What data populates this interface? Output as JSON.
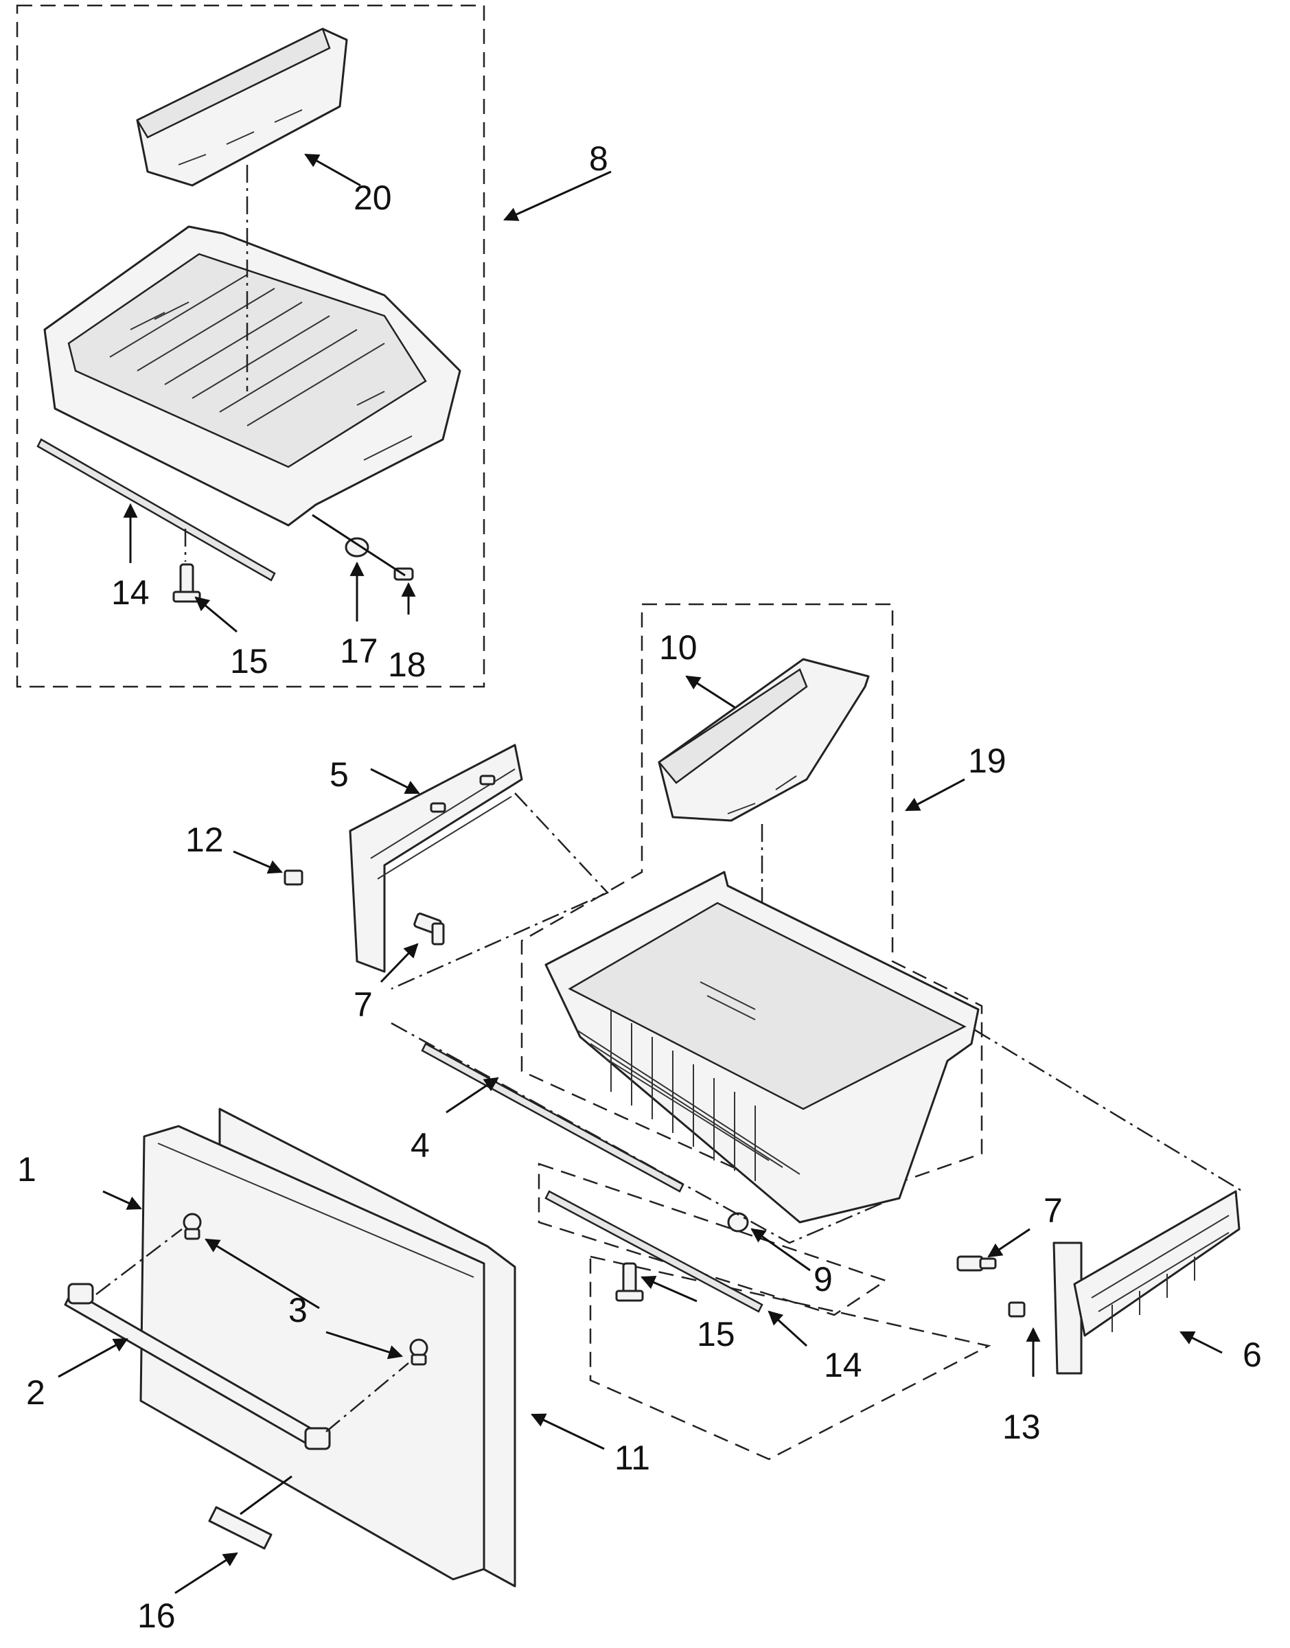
{
  "callouts": [
    {
      "id": "c1",
      "label": "1"
    },
    {
      "id": "c2",
      "label": "2"
    },
    {
      "id": "c3",
      "label": "3"
    },
    {
      "id": "c4",
      "label": "4"
    },
    {
      "id": "c5",
      "label": "5"
    },
    {
      "id": "c6",
      "label": "6"
    },
    {
      "id": "c7a",
      "label": "7"
    },
    {
      "id": "c7b",
      "label": "7"
    },
    {
      "id": "c8",
      "label": "8"
    },
    {
      "id": "c9",
      "label": "9"
    },
    {
      "id": "c10",
      "label": "10"
    },
    {
      "id": "c11",
      "label": "11"
    },
    {
      "id": "c12",
      "label": "12"
    },
    {
      "id": "c13",
      "label": "13"
    },
    {
      "id": "c14a",
      "label": "14"
    },
    {
      "id": "c14b",
      "label": "14"
    },
    {
      "id": "c15a",
      "label": "15"
    },
    {
      "id": "c15b",
      "label": "15"
    },
    {
      "id": "c16",
      "label": "16"
    },
    {
      "id": "c17",
      "label": "17"
    },
    {
      "id": "c18",
      "label": "18"
    },
    {
      "id": "c19",
      "label": "19"
    },
    {
      "id": "c20",
      "label": "20"
    }
  ]
}
